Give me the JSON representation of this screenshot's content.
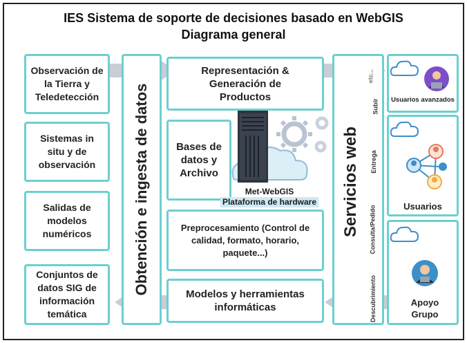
{
  "title": {
    "line1": "IES Sistema de soporte de decisiones basado en WebGIS",
    "line2": "Diagrama general"
  },
  "inputs": [
    {
      "label": "Observación de la Tierra y Teledetección"
    },
    {
      "label": "Sistemas in situ y de observación"
    },
    {
      "label": "Salidas de modelos numéricos"
    },
    {
      "label": "Conjuntos de datos SIG de información temática"
    }
  ],
  "ingestion": {
    "label": "Obtención e ingesta de datos"
  },
  "center": {
    "products": "Representación & Generación de Productos",
    "bases": "Bases de datos y Archivo",
    "server_line1": "Met-WebGIS",
    "server_line2": "Plataforma de hardware",
    "preprocessing": "Preprocesamiento (Control de calidad, formato, horario, paquete...)",
    "models": "Modelos y herramientas informáticas"
  },
  "services": {
    "label": "Servicios web",
    "subir": "Subir",
    "etc": "etc...",
    "entrega": "Entrega",
    "consulta": "Consulta/Pedido",
    "descubrimiento": "Descubrimiento"
  },
  "users": [
    {
      "label": "Usuarios avanzados"
    },
    {
      "label": "Usuarios"
    },
    {
      "label": "Apoyo Grupo"
    }
  ],
  "colors": {
    "border": "#6ccfd0",
    "arrow": "#c8cdd8",
    "icon_blue": "#3c8fc8"
  }
}
